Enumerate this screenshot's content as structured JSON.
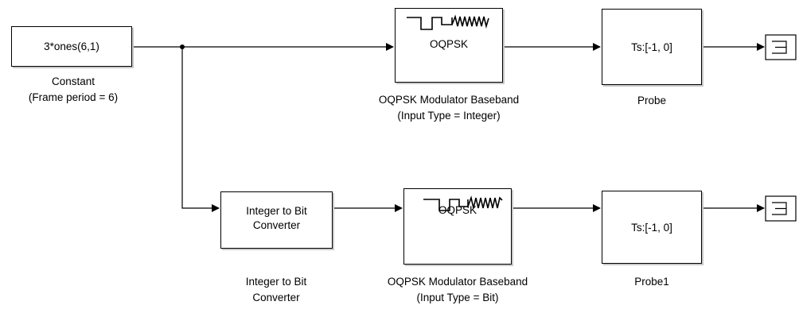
{
  "blocks": {
    "constant": {
      "label": "3*ones(6,1)",
      "caption_line1": "Constant",
      "caption_line2": "(Frame period = 6)"
    },
    "mod_top": {
      "label": "OQPSK",
      "caption_line1": "OQPSK Modulator Baseband",
      "caption_line2": "(Input Type = Integer)"
    },
    "probe_top": {
      "label": "Ts:[-1, 0]",
      "caption_line1": "Probe"
    },
    "int2bit": {
      "label_line1": "Integer to Bit",
      "label_line2": "Converter",
      "caption_line1": "Integer to Bit",
      "caption_line2": "Converter"
    },
    "mod_bottom": {
      "label": "OQPSK",
      "caption_line1": "OQPSK Modulator Baseband",
      "caption_line2": "(Input Type = Bit)"
    },
    "probe_bottom": {
      "label": "Ts:[-1, 0]",
      "caption_line1": "Probe1"
    }
  },
  "icons": [
    "oqpsk-waveform-icon",
    "terminator-icon"
  ],
  "colors": {
    "line": "#000000",
    "shadow": "#c8c8c8",
    "background": "#ffffff"
  }
}
